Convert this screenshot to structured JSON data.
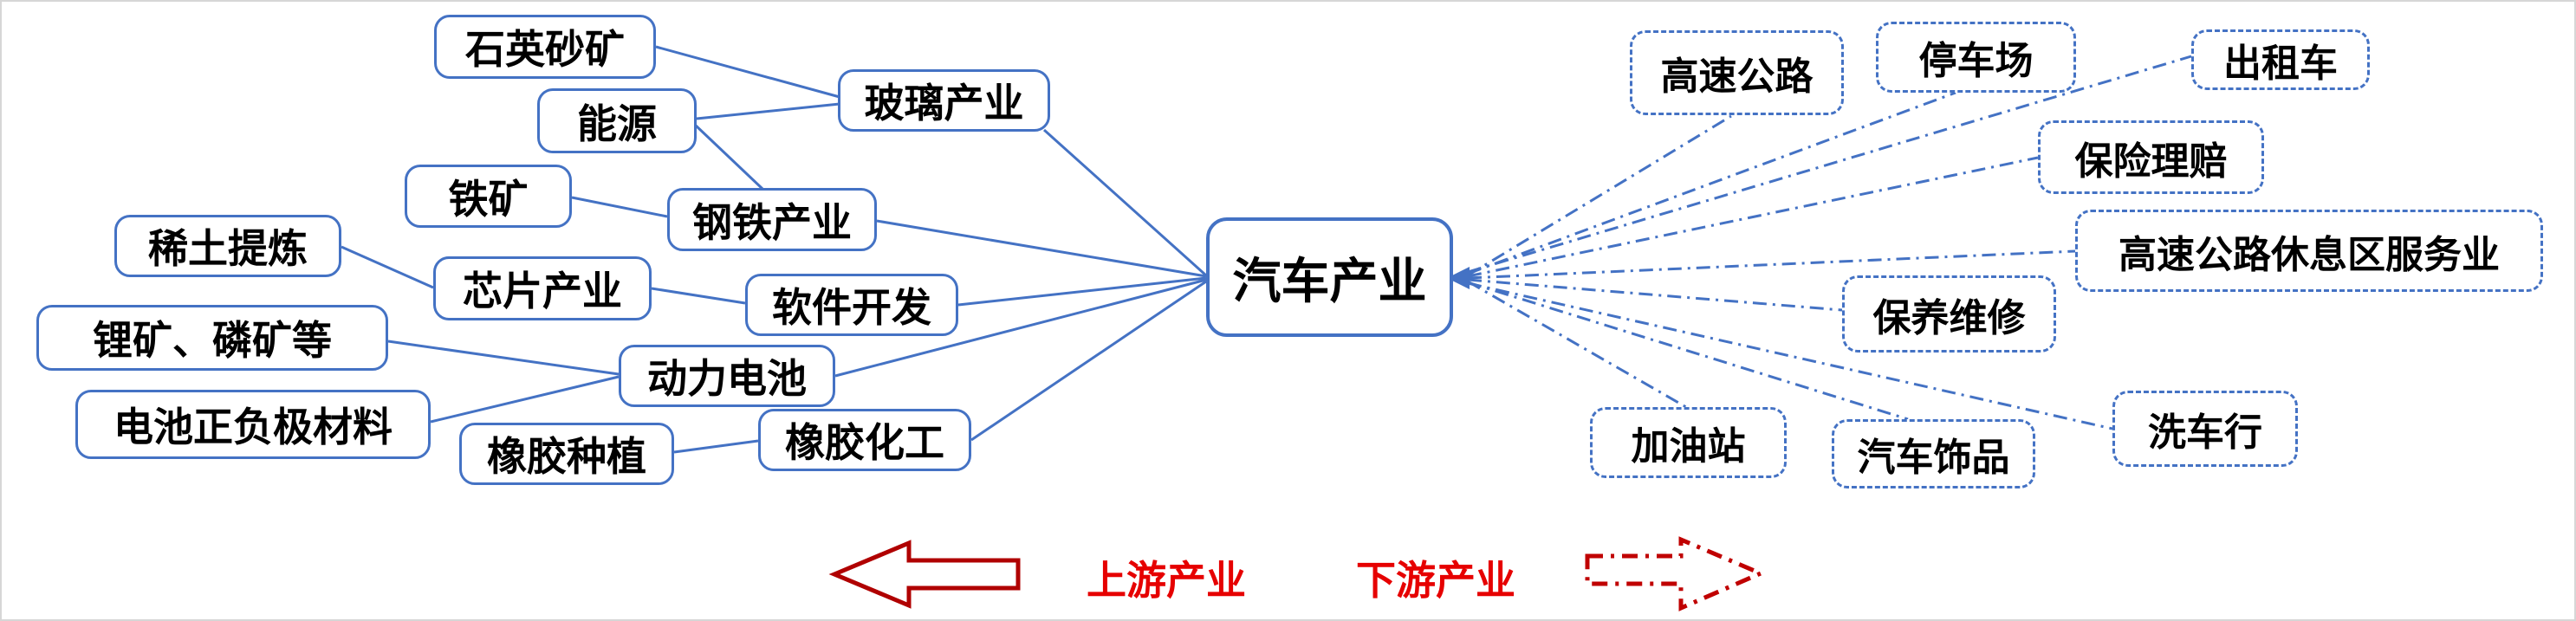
{
  "diagram": {
    "center_label": "汽车产业",
    "upstream_labels": [
      "石英砂矿",
      "能源",
      "铁矿",
      "稀土提炼",
      "芯片产业",
      "锂矿、磷矿等",
      "电池正负极材料",
      "橡胶种植",
      "玻璃产业",
      "钢铁产业",
      "软件开发",
      "动力电池",
      "橡胶化工"
    ],
    "downstream_labels": [
      "高速公路",
      "停车场",
      "出租车",
      "保险理赔",
      "高速公路休息区服务业",
      "保养维修",
      "洗车行",
      "加油站",
      "汽车饰品"
    ],
    "legend": {
      "upstream": "上游产业",
      "downstream": "下游产业"
    },
    "colors": {
      "node_border": "#4472C4",
      "connector": "#4472C4",
      "legend_arrow": "#B00000",
      "legend_text": "#E60000"
    }
  }
}
